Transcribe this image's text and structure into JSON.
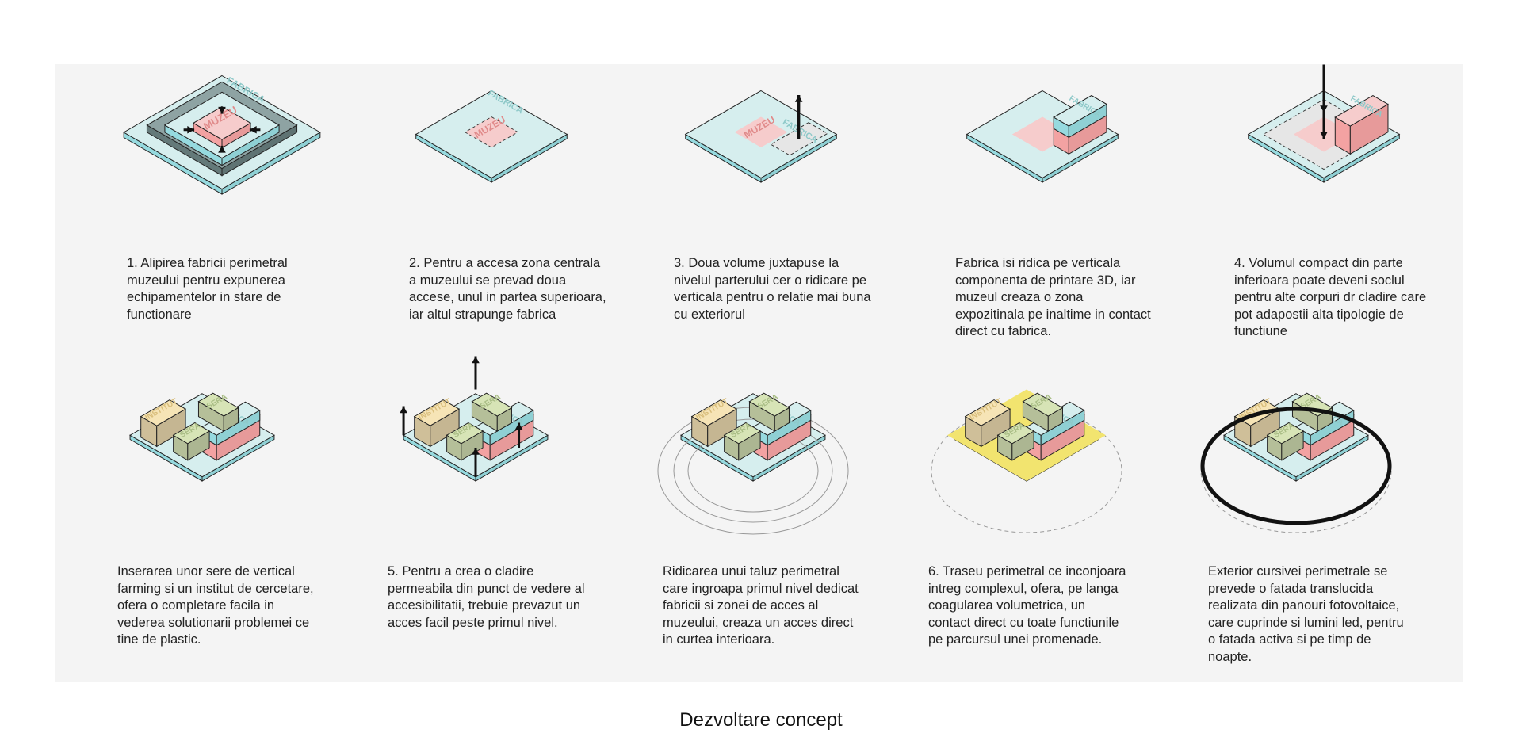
{
  "title": "Dezvoltare concept",
  "colors": {
    "panel": "#f4f4f4",
    "plate_top": "#d6eeee",
    "plate_side": "#8fd0d4",
    "museum": "#f6cccc",
    "museum_side": "#e79a9a",
    "institute": "#f6e4b6",
    "greenhouse": "#d7e4b6"
  },
  "diagram_labels": {
    "fabrica": "FABRICA",
    "muzeu": "MUZEU",
    "sera": "SERA",
    "institut": "INSTITUT"
  },
  "steps": [
    {
      "text": "1. Alipirea fabricii perimetral muzeului pentru expunerea echipamentelor in stare de functionare"
    },
    {
      "text": "2. Pentru a accesa zona centrala a muzeului se prevad doua accese, unul in partea superioara, iar altul strapunge fabrica"
    },
    {
      "text": "3. Doua volume juxtapuse la nivelul parterului cer o ridicare pe verticala pentru o relatie mai buna cu exteriorul"
    },
    {
      "text": "Fabrica isi ridica pe verticala componenta de printare 3D, iar muzeul creaza o zona expozitinala pe inaltime in contact direct cu fabrica."
    },
    {
      "text": "4. Volumul compact din parte inferioara poate deveni soclul pentru alte corpuri dr cladire care pot adapostii alta tipologie de functiune"
    },
    {
      "text": "Inserarea unor sere de vertical farming si un institut de cercetare, ofera o completare facila in vederea solutionarii problemei ce tine de plastic."
    },
    {
      "text": "5. Pentru a crea o cladire permeabila din punct de vedere al accesibilitatii, trebuie prevazut un acces facil peste primul nivel."
    },
    {
      "text": "Ridicarea unui taluz perimetral care ingroapa primul nivel dedicat fabricii si zonei de acces al muzeului, creaza un acces direct in curtea interioara."
    },
    {
      "text": "6. Traseu perimetral ce inconjoara intreg complexul, ofera, pe langa coagularea volumetrica, un contact direct cu toate functiunile pe parcursul unei promenade."
    },
    {
      "text": "Exterior cursivei perimetrale se prevede o fatada translucida realizata din panouri fotovoltaice, care cuprinde si lumini led, pentru o fatada activa si pe timp de noapte."
    }
  ]
}
